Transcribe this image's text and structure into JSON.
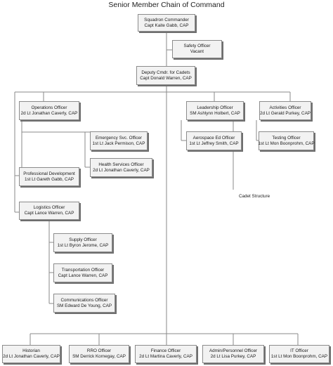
{
  "title": "Senior Member Chain of Command",
  "nodes": {
    "squadron_commander": {
      "role": "Squadron Commander",
      "name": "Capt Kaite Gabb, CAP"
    },
    "safety_officer": {
      "role": "Safety Officer",
      "name": "Vacant"
    },
    "deputy_cmdr_cadets": {
      "role": "Deputy Cmdr. for Cadets",
      "name": "Capt Donald Warren, CAP"
    },
    "operations_officer": {
      "role": "Operations Officer",
      "name": "2d Lt Jonathan Caverly, CAP"
    },
    "leadership_officer": {
      "role": "Leadership Officer",
      "name": "SM Ashlynn Holbert, CAP"
    },
    "activities_officer": {
      "role": "Activities Officer",
      "name": "2d Lt Gerald Purkey, CAP"
    },
    "emergency_svc_officer": {
      "role": "Emergency Svc. Officer",
      "name": "1st Lt Jack Permison, CAP"
    },
    "aerospace_ed_officer": {
      "role": "Aerospace Ed Officer",
      "name": "1st Lt Jeffrey Smith, CAP"
    },
    "testing_officer": {
      "role": "Testing Officer",
      "name": "1st Lt Mon Boonprohm, CAP"
    },
    "health_services_officer": {
      "role": "Health Services Officer",
      "name": "2d Lt Jonathan Caverly, CAP"
    },
    "professional_development": {
      "role": "Professional Development",
      "name": "1st Lt Gareth Gabb, CAP"
    },
    "logistics_officer": {
      "role": "Logistics Officer",
      "name": "Capt Lance Warren, CAP"
    },
    "supply_officer": {
      "role": "Supply Officer",
      "name": "1st Lt Byron Jerome, CAP"
    },
    "transportation_officer": {
      "role": "Transportation Officer",
      "name": "Capt Lance Warren, CAP"
    },
    "communications_officer": {
      "role": "Communications Officer",
      "name": "SM Edward De Young, CAP"
    },
    "historian": {
      "role": "Historian",
      "name": "2d Lt Jonathan Caverly, CAP"
    },
    "rro_officer": {
      "role": "RRO Officer",
      "name": "SM Derrick Kornegay, CAP"
    },
    "finance_officer": {
      "role": "Finance Officer",
      "name": "2d Lt Martina Caverly, CAP"
    },
    "admin_personnel_officer": {
      "role": "Admin/Personnel Officer",
      "name": "2d Lt Lisa Purkey, CAP"
    },
    "it_officer": {
      "role": "IT Officer",
      "name": "1st Lt Mon Boonprohm, CAP"
    }
  },
  "cadet_structure_label": "Cadet Structure"
}
